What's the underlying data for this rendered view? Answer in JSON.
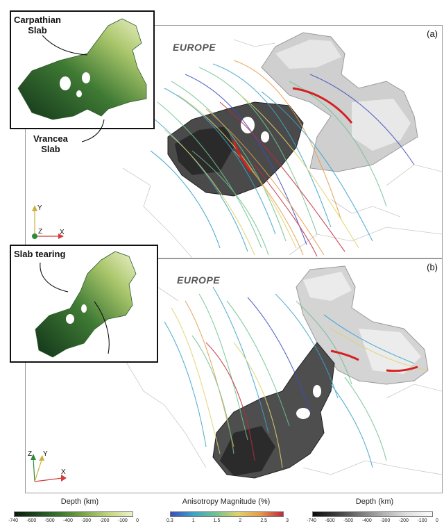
{
  "figure": {
    "panel_a": {
      "label": "(a)",
      "region_label": "EUROPE",
      "inset_labels": {
        "carpathian_line1": "Carpathian",
        "carpathian_line2": "Slab",
        "vrancea_line1": "Vrancea",
        "vrancea_line2": "Slab"
      }
    },
    "panel_b": {
      "label": "(b)",
      "region_label": "EUROPE",
      "inset_label": "Slab tearing"
    },
    "axes_a": {
      "y": "Y",
      "z": "Z",
      "x": "X"
    },
    "axes_b": {
      "z": "Z",
      "y": "Y",
      "x": "X"
    }
  },
  "colorbars": {
    "depth_green": {
      "title": "Depth (km)",
      "ticks": [
        "-740",
        "-600",
        "-500",
        "-400",
        "-300",
        "-200",
        "-100",
        "0"
      ],
      "colors": [
        "#0b1a0b",
        "#1f4a1f",
        "#3d7a2f",
        "#7fa94a",
        "#c3d67d",
        "#eef2c9"
      ]
    },
    "anisotropy": {
      "title": "Anisotropy Magnitude (%)",
      "ticks": [
        "0.3",
        "1",
        "1.5",
        "2",
        "2.5",
        "3"
      ],
      "colors": [
        "#3b4cc0",
        "#3aa3c9",
        "#6fc28f",
        "#e0d26a",
        "#e59a4a",
        "#c0283d"
      ]
    },
    "depth_gray": {
      "title": "Depth (km)",
      "ticks": [
        "-740",
        "-600",
        "-500",
        "-400",
        "-300",
        "-200",
        "-100",
        "0"
      ],
      "colors": [
        "#0d0d0d",
        "#3c3c3c",
        "#7a7a7a",
        "#b4b4b4",
        "#e2e2e2",
        "#fbfbfb"
      ]
    }
  }
}
